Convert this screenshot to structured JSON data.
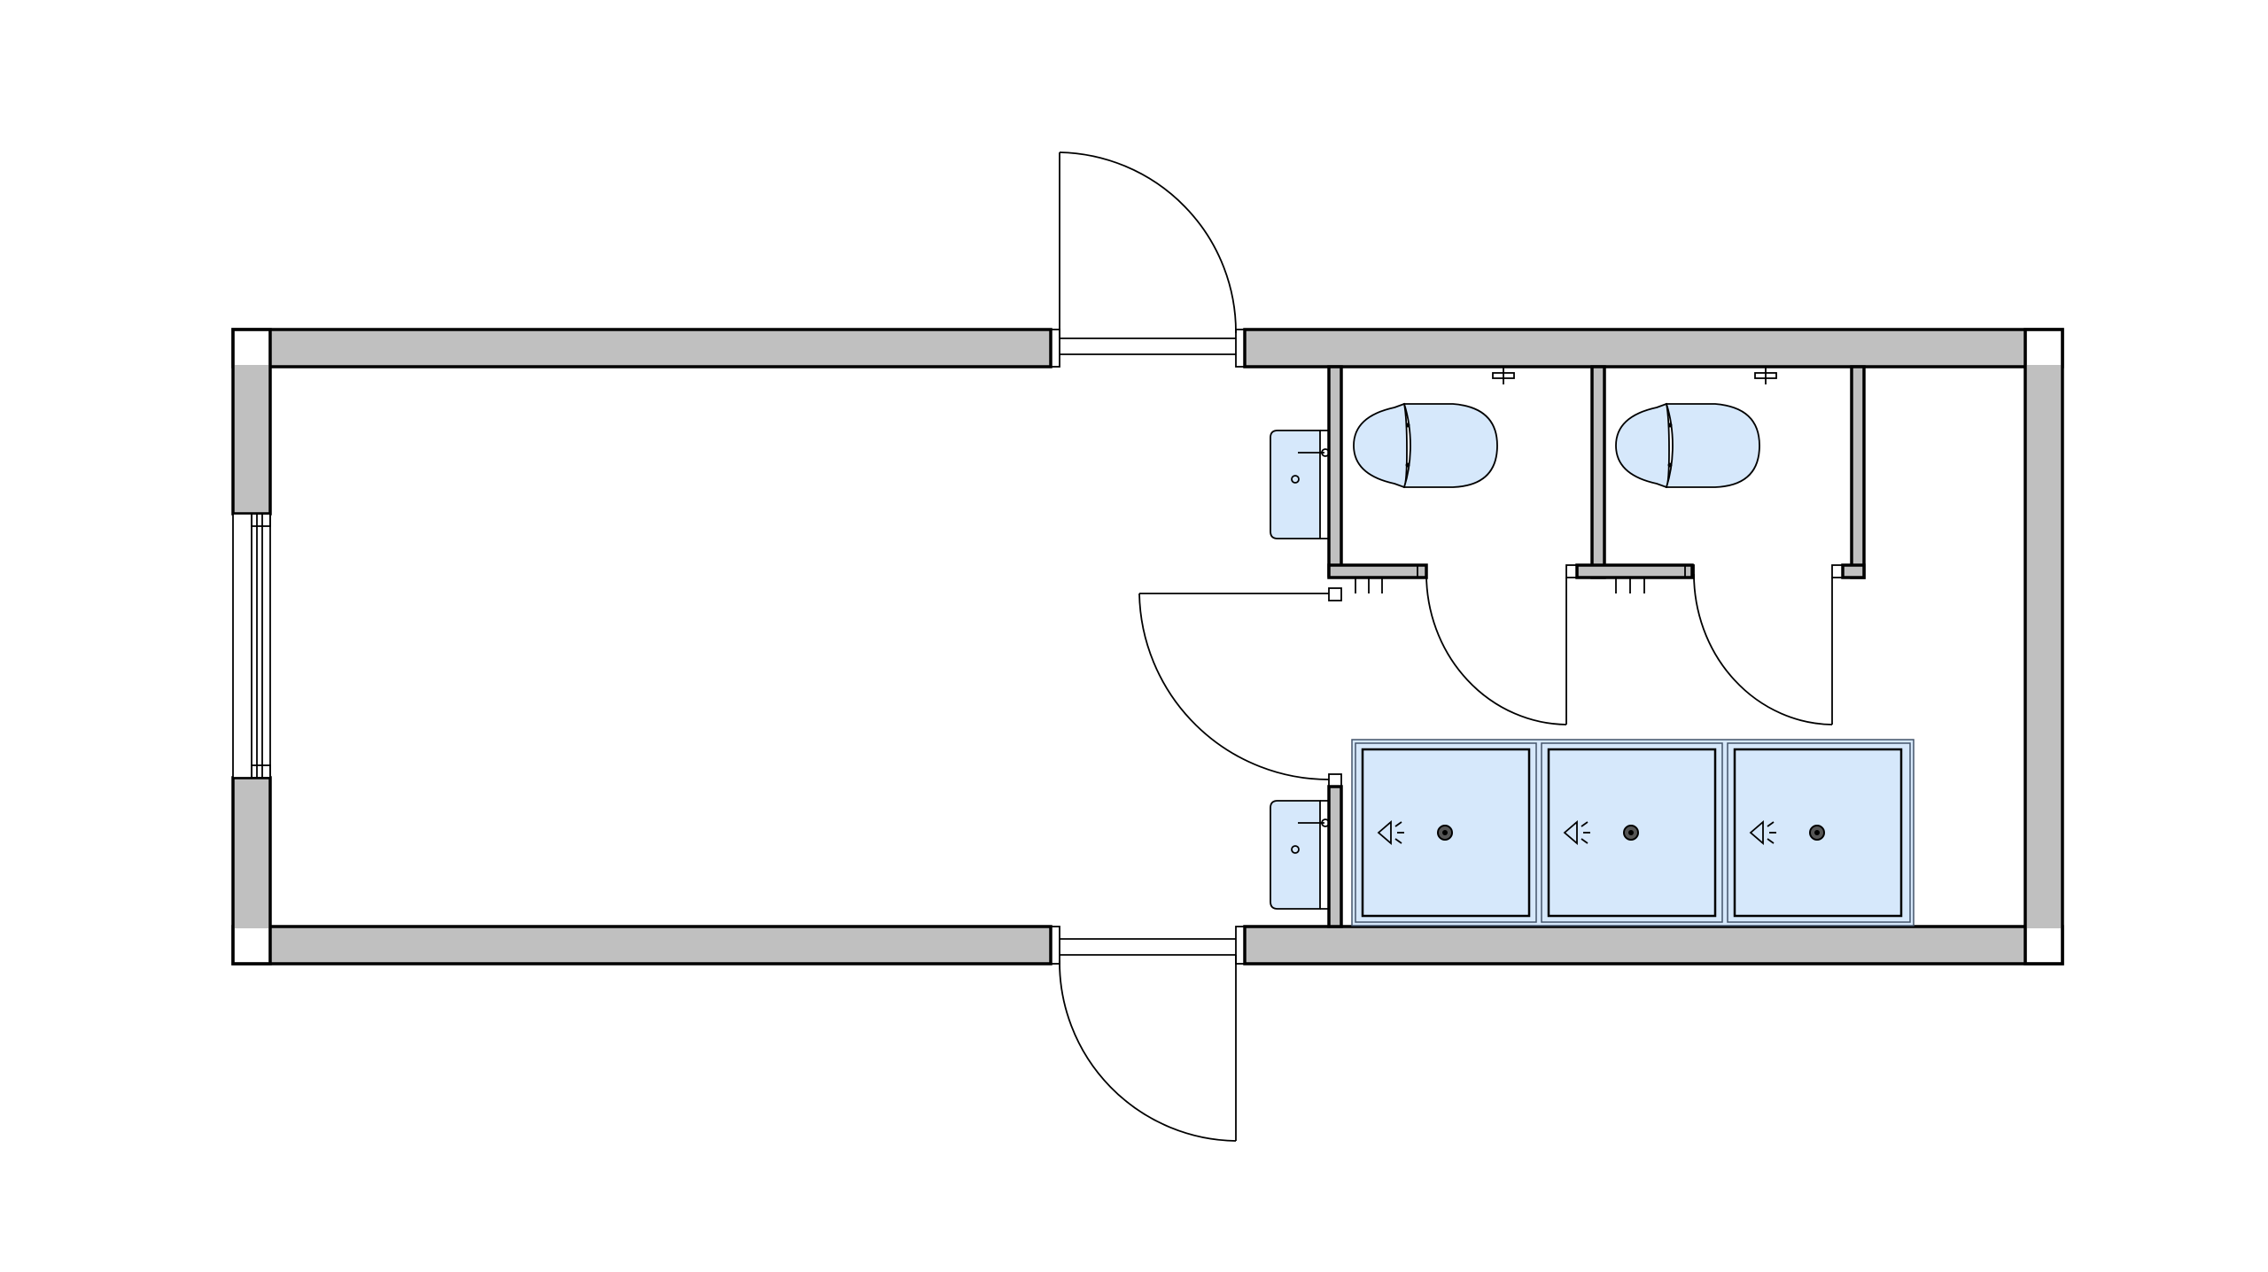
{
  "plan": {
    "colors": {
      "wall_fill": "#c0c0c0",
      "fixture_fill": "#d6e8fb",
      "line": "#000000",
      "background": "#ffffff"
    },
    "rooms": [
      "main-room",
      "toilet-1",
      "toilet-2",
      "shower-area"
    ],
    "fixtures": {
      "toilets": 2,
      "showers": 3,
      "washbasins": 2,
      "exterior_doors": 2,
      "interior_doors": 3,
      "windows": 1
    }
  }
}
